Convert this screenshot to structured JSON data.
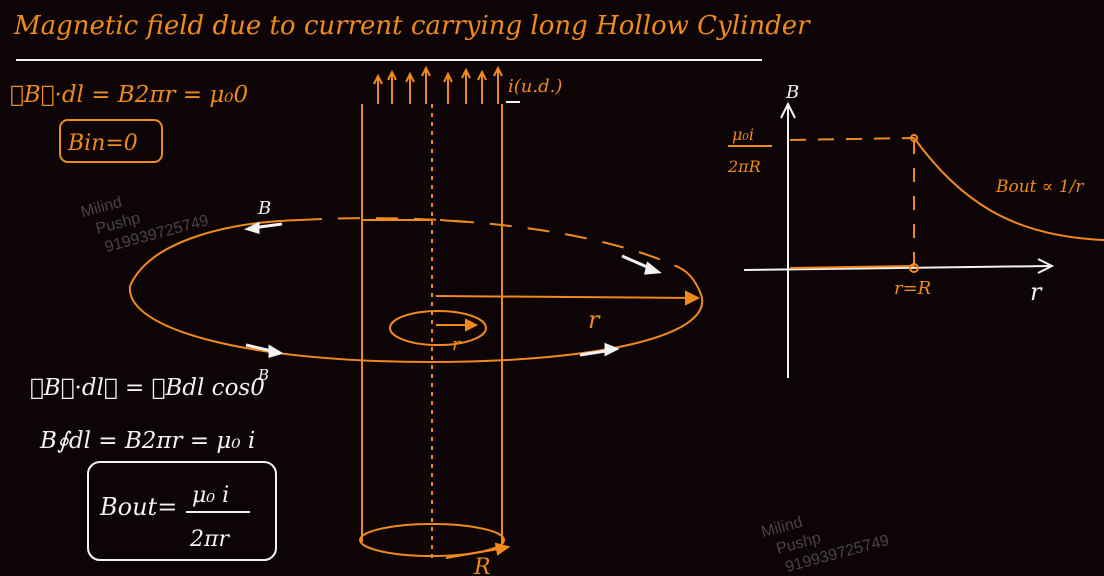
{
  "title": "Magnetic field due to current carrying long Hollow Cylinder",
  "colors": {
    "background": "#0c0405",
    "ink_orange": "#f08a1c",
    "ink_white": "#f2f2f2",
    "watermark": "#4a4244"
  },
  "left_top": {
    "ampere_inside": "∮B⃗·dl = B2πr = μ₀0",
    "b_in": "Bin=0"
  },
  "left_bottom": {
    "line1": "∮B⃗·dl⃗ = ∮Bdl cos0",
    "line1_b": "B",
    "line2": "B∮dl = B2πr = μ₀ i",
    "b_out_lhs": "Bout=",
    "b_out_num": "μ₀ i",
    "b_out_den": "2πr"
  },
  "cylinder": {
    "current_label": "i(u.d.)",
    "field_label": "B",
    "r_label": "r",
    "inner_r_label": "r",
    "radius_label": "R"
  },
  "graph": {
    "y_axis_label": "B",
    "x_axis_label": "r",
    "peak_num": "μ₀i",
    "peak_den": "2πR",
    "r_equals_r": "r=R",
    "curve_label": "Bout ∝ 1/r"
  },
  "watermark": {
    "name": "Milind",
    "surname": "Pushp",
    "phone": "919939725749"
  }
}
